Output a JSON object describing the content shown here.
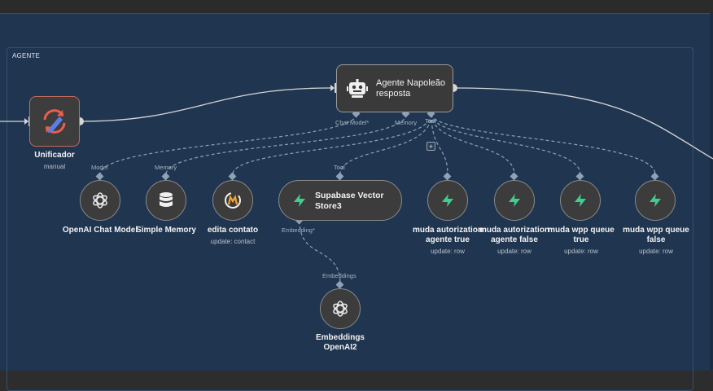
{
  "group": {
    "label": "AGENTE"
  },
  "nodes": {
    "unificador": {
      "title": "Unificador",
      "subtitle": "manual"
    },
    "agent": {
      "title": "Agente Napoleão resposta"
    },
    "openai_chat": {
      "title": "OpenAI Chat Model"
    },
    "simple_memory": {
      "title": "Simple Memory"
    },
    "edita_contato": {
      "title": "edita contato",
      "subtitle": "update: contact"
    },
    "supabase_vector": {
      "title": "Supabase Vector Store3"
    },
    "muda_aut_true": {
      "title": "muda autorization agente true",
      "subtitle": "update: row"
    },
    "muda_aut_false": {
      "title": "muda autorization agente false",
      "subtitle": "update: row"
    },
    "muda_wpp_true": {
      "title": "muda wpp queue true",
      "subtitle": "update: row"
    },
    "muda_wpp_false": {
      "title": "muda wpp queue false",
      "subtitle": "update: row"
    },
    "embeddings": {
      "title": "Embeddings OpenAI2"
    }
  },
  "ports": {
    "agent_chat_model": "Chat Model*",
    "agent_memory": "Memory",
    "agent_tool": "Tool",
    "openai_model": "Model",
    "memory_in": "Memory",
    "supabase_tool": "Tool",
    "supabase_embedding": "Embedding*",
    "embeddings_out": "Embeddings"
  },
  "buttons": {
    "add_tool": "+"
  },
  "colors": {
    "canvas": "#1f3550",
    "supabase": "#3ecf8e",
    "unificador_border": "#c46a5c"
  }
}
